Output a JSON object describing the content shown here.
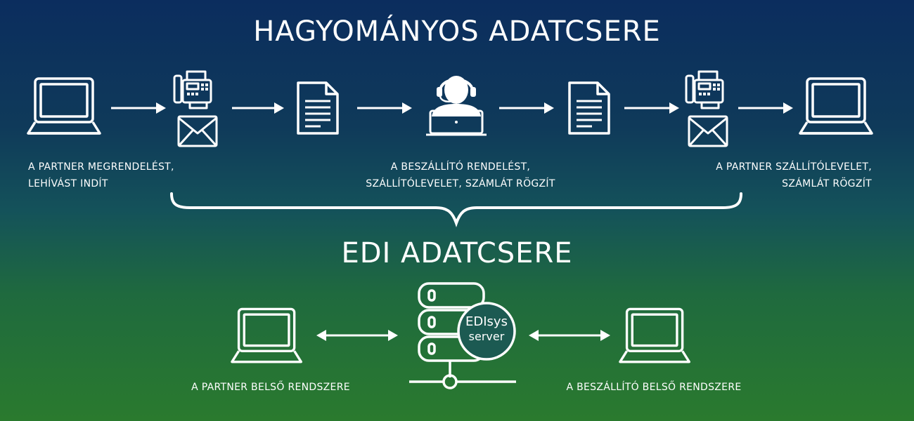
{
  "title_top": "HAGYOMÁNYOS ADATCSERE",
  "title_bottom": "EDI ADATCSERE",
  "captions": {
    "partner_start": [
      "A PARTNER MEGRENDELÉST,",
      "LEHÍVÁST INDÍT"
    ],
    "supplier_record": [
      "A BESZÁLLÍTÓ RENDELÉST,",
      "SZÁLLÍTÓLEVELET, SZÁMLÁT RÖGZÍT"
    ],
    "partner_record": [
      "A PARTNER SZÁLLÍTÓLEVELET,",
      "SZÁMLÁT RÖGZÍT"
    ],
    "partner_system": "A PARTNER BELSŐ RENDSZERE",
    "supplier_system": "A BESZÁLLÍTÓ BELSŐ RENDSZERE"
  },
  "server_badge": {
    "line1": "EDIsys",
    "line2": "server"
  },
  "icons": [
    "laptop-icon",
    "fax-icon",
    "mail-icon",
    "document-icon",
    "operator-icon",
    "arrow-icon",
    "double-arrow-icon",
    "server-icon",
    "brace-icon"
  ],
  "colors": {
    "background_top": "#0b2d5e",
    "background_bottom": "#2a7a2e",
    "foreground": "#ffffff"
  }
}
